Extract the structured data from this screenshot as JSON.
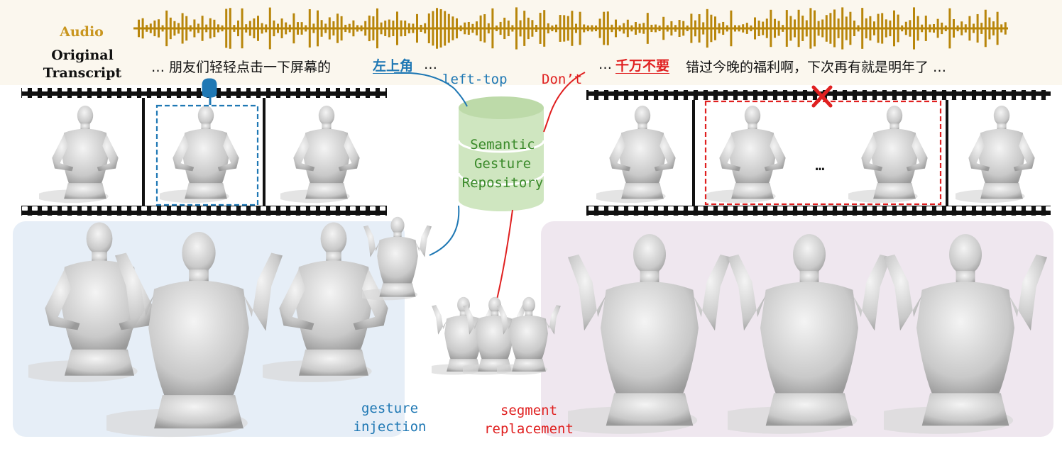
{
  "audio": {
    "label": "Audio",
    "waveform_color": "#b8860b"
  },
  "transcript": {
    "label": "Original Transcript",
    "line1_prefix": "… 朋友们轻轻点击一下屏幕的",
    "line1_keyword": "左上角",
    "line1_suffix": "…",
    "line2_prefix": "…",
    "line2_keyword": "千万不要",
    "line2_suffix": "错过今晚的福利啊，下次再有就是明年了 …"
  },
  "repository": {
    "line1": "Semantic",
    "line2": "Gesture",
    "line3": "Repository",
    "color": "#cfe6c0",
    "text_color": "#3a8a2a"
  },
  "tags": {
    "left_top": "left-top",
    "dont": "Don’t",
    "injection_line1": "gesture",
    "injection_line2": "injection",
    "replacement_line1": "segment",
    "replacement_line2": "replacement"
  },
  "filmstrip_right": {
    "ellipsis": "…"
  },
  "colors": {
    "injection": "#1f78b4",
    "replacement": "#e02020",
    "blue_panel": "#e6eef7",
    "purple_panel": "#efe7ef"
  }
}
